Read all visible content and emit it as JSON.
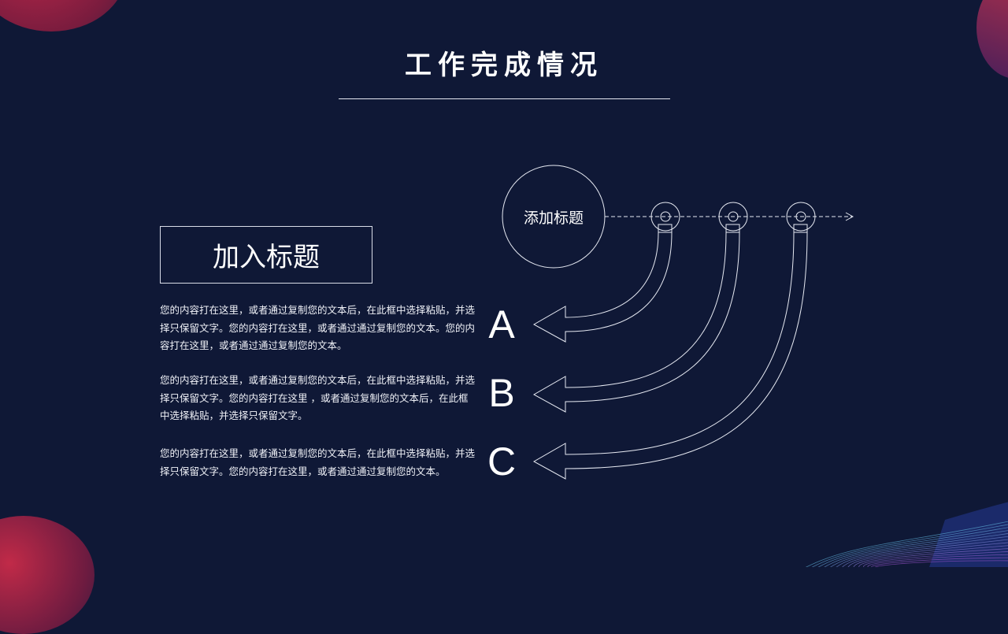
{
  "title": "工作完成情况",
  "box_title": "加入标题",
  "circle_title": "添加标题",
  "items": [
    {
      "letter": "A",
      "text": "您的内容打在这里，或者通过复制您的文本后，在此框中选择粘贴，并选择只保留文字。您的内容打在这里，或者通过通过复制您的文本。您的内容打在这里，或者通过通过复制您的文本。"
    },
    {
      "letter": "B",
      "text": "您的内容打在这里，或者通过复制您的文本后，在此框中选择粘贴，并选择只保留文字。您的内容打在这里 ，或者通过复制您的文本后，在此框中选择粘贴，并选择只保留文字。"
    },
    {
      "letter": "C",
      "text": "您的内容打在这里，或者通过复制您的文本后，在此框中选择粘贴，并选择只保留文字。您的内容打在这里，或者通过通过复制您的文本。"
    }
  ],
  "colors": {
    "background": "#0f1836",
    "line": "#e6e9f2",
    "accent_red": "#c0284a"
  }
}
